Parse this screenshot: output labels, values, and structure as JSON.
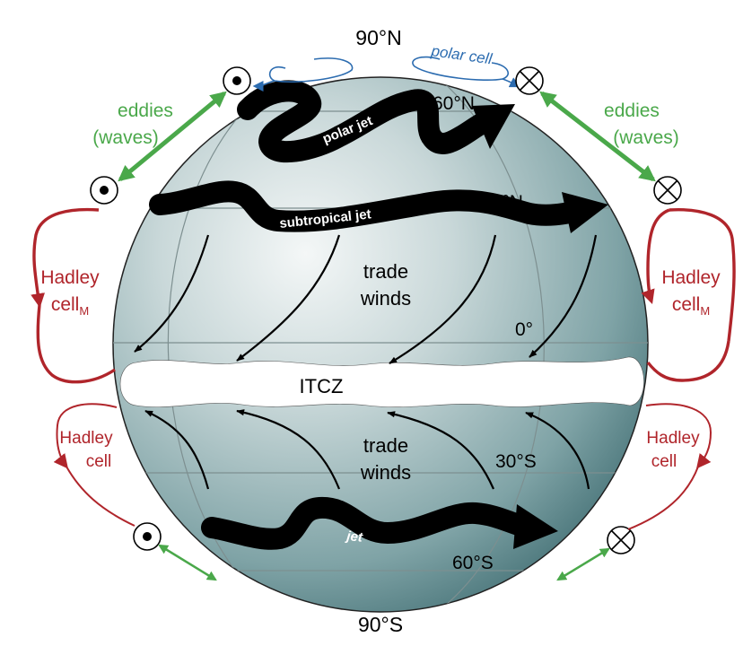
{
  "latitudes": {
    "north_pole": "90°N",
    "lat60n": "60°N",
    "lat30n": "30°N",
    "equator": "0°",
    "lat30s": "30°S",
    "lat60s": "60°S",
    "south_pole": "90°S"
  },
  "jets": {
    "polar": "polar jet",
    "subtropical": "subtropical jet",
    "southern": "jet"
  },
  "regions": {
    "trade_winds_north": [
      "trade",
      "winds"
    ],
    "trade_winds_south": [
      "trade",
      "winds"
    ],
    "itcz": "ITCZ"
  },
  "cells": {
    "polar_cell": "polar cell",
    "hadley_m": {
      "line1": "Hadley",
      "base": "cell",
      "subscript": "M"
    },
    "hadley": {
      "line1": "Hadley",
      "line2": "cell"
    }
  },
  "eddies": {
    "line1": "eddies",
    "line2": "(waves)"
  },
  "colors": {
    "globe_light": "#f2f6f6",
    "globe_dark": "#3f6f74",
    "hadley_red": "#b0252b",
    "eddy_green": "#4aa84a",
    "polar_blue": "#2c6cb0",
    "jet_black": "#000000",
    "grid_gray": "#7d8f90"
  }
}
